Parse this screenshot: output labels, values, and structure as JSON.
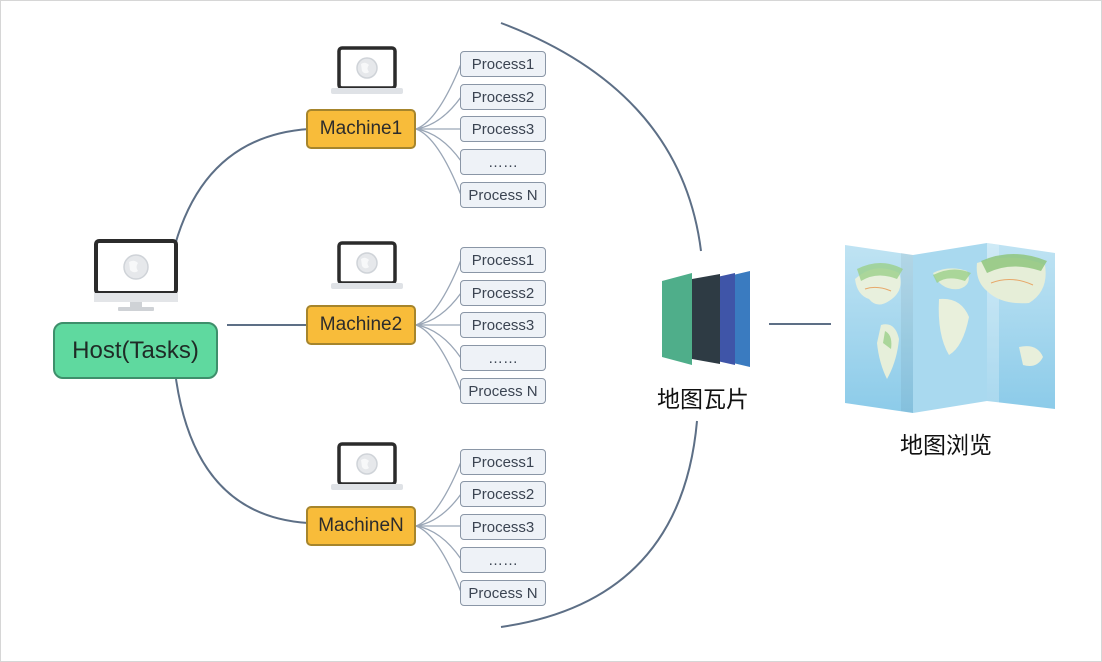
{
  "host": {
    "label": "Host(Tasks)"
  },
  "machines": [
    {
      "label": "Machine1",
      "processes": [
        "Process1",
        "Process2",
        "Process3",
        "……",
        "Process N"
      ]
    },
    {
      "label": "Machine2",
      "processes": [
        "Process1",
        "Process2",
        "Process3",
        "……",
        "Process N"
      ]
    },
    {
      "label": "MachineN",
      "processes": [
        "Process1",
        "Process2",
        "Process3",
        "……",
        "Process N"
      ]
    }
  ],
  "tiles": {
    "label": "地图瓦片",
    "colors": [
      "#4fae8a",
      "#2e3b44",
      "#3f55a8",
      "#3a7bc0"
    ]
  },
  "browse": {
    "label": "地图浏览"
  },
  "colors": {
    "host_fill": "#5fd99f",
    "machine_fill": "#f8bc3a",
    "process_fill": "#eef2f7",
    "connector": "#5d6f86"
  },
  "icons": [
    "monitor-icon",
    "laptop-icon",
    "globe-icon",
    "map-tiles-icon",
    "world-map-icon"
  ]
}
